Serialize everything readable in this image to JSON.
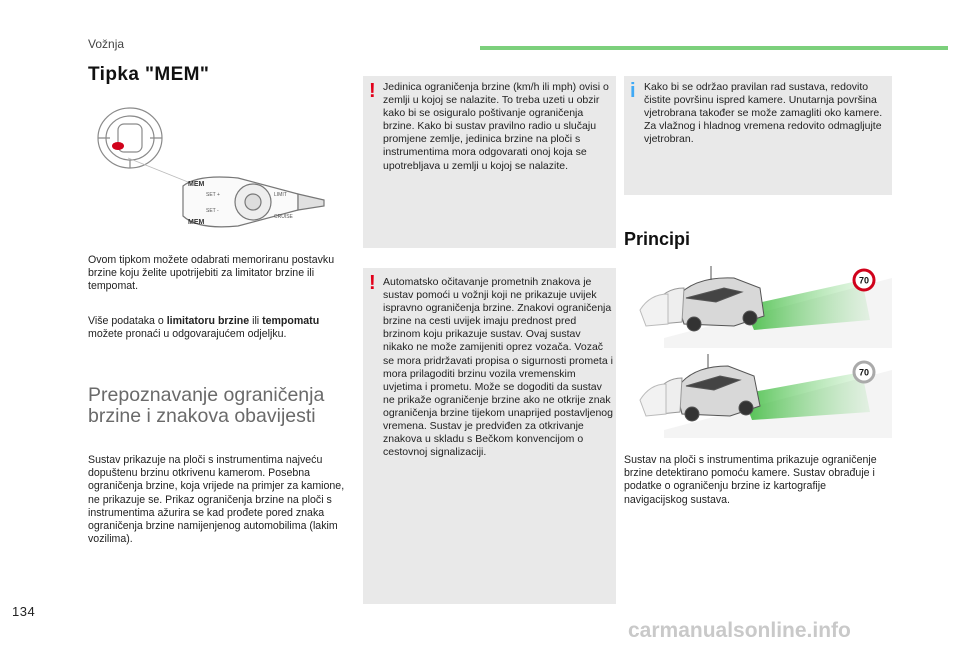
{
  "header": {
    "chapter": "Vožnja",
    "accent_color": "#7cd07c"
  },
  "page_number": "134",
  "watermark": "carmanualsonline.info",
  "mem_section": {
    "title": "Tipka \"MEM\"",
    "para1": "Ovom tipkom možete odabrati memoriranu postavku brzine koju želite upotrijebiti za limitator brzine ili tempomat.",
    "para2_prefix": "Više podataka o ",
    "para2_bold1": "limitatoru brzine",
    "para2_mid": " ili ",
    "para2_bold2": "tempomatu",
    "para2_suffix": " možete pronaći u odgovarajućem odjeljku.",
    "stalk_labels": {
      "mem": "MEM",
      "set_plus": "SET +",
      "set_minus": "SET -",
      "lim": "LIMIT",
      "cruise": "CRUISE"
    }
  },
  "recognition_section": {
    "title": "Prepoznavanje ograničenja brzine i znakova obavijesti",
    "body": "Sustav prikazuje na ploči s instrumentima najveću dopuštenu brzinu otkrivenu kamerom. Posebna ograničenja brzine, koja vrijede na primjer za kamione, ne prikazuje se. Prikaz ograničenja brzine na ploči s instrumentima ažurira se kad prođete pored znaka ograničenja brzine namijenjenog automobilima (lakim vozilima)."
  },
  "warning1": {
    "text": "Jedinica ograničenja brzine (km/h ili mph) ovisi o zemlji u kojoj se nalazite. To treba uzeti u obzir kako bi se osiguralo poštivanje ograničenja brzine. Kako bi sustav pravilno radio u slučaju promjene zemlje, jedinica brzine na ploči s instrumentima mora odgovarati onoj koja se upotrebljava u zemlji u kojoj se nalazite.",
    "mark": "!",
    "mark_color": "#e2001a"
  },
  "warning2": {
    "text": "Automatsko očitavanje prometnih znakova je sustav pomoći u vožnji koji ne prikazuje uvijek ispravno ograničenja brzine. Znakovi ograničenja brzine na cesti uvijek imaju prednost pred brzinom koju prikazuje sustav. Ovaj sustav nikako ne može zamijeniti oprez vozača. Vozač se mora pridržavati propisa o sigurnosti prometa i mora prilagoditi brzinu vozila vremenskim uvjetima i prometu. Može se dogoditi da sustav ne prikaže ograničenje brzine ako ne otkrije znak ograničenja brzine tijekom unaprijed postavljenog vremena. Sustav je predviđen za otkrivanje znakova u skladu s Bečkom konvencijom o cestovnoj signalizaciji.",
    "mark": "!",
    "mark_color": "#e2001a"
  },
  "info_box": {
    "text": "Kako bi se održao pravilan rad sustava, redovito čistite površinu ispred kamere. Unutarnja površina vjetrobrana također se može zamagliti oko kamere. Za vlažnog i hladnog vremena redovito odmagljujte vjetrobran.",
    "mark": "i",
    "mark_color": "#3fa9f5"
  },
  "principi": {
    "title": "Principi",
    "sign_value": "70",
    "body": "Sustav na ploči s instrumentima prikazuje ograničenje brzine detektirano pomoću kamere. Sustav obrađuje i podatke o ograničenju brzine iz kartografije navigacijskog sustava."
  }
}
